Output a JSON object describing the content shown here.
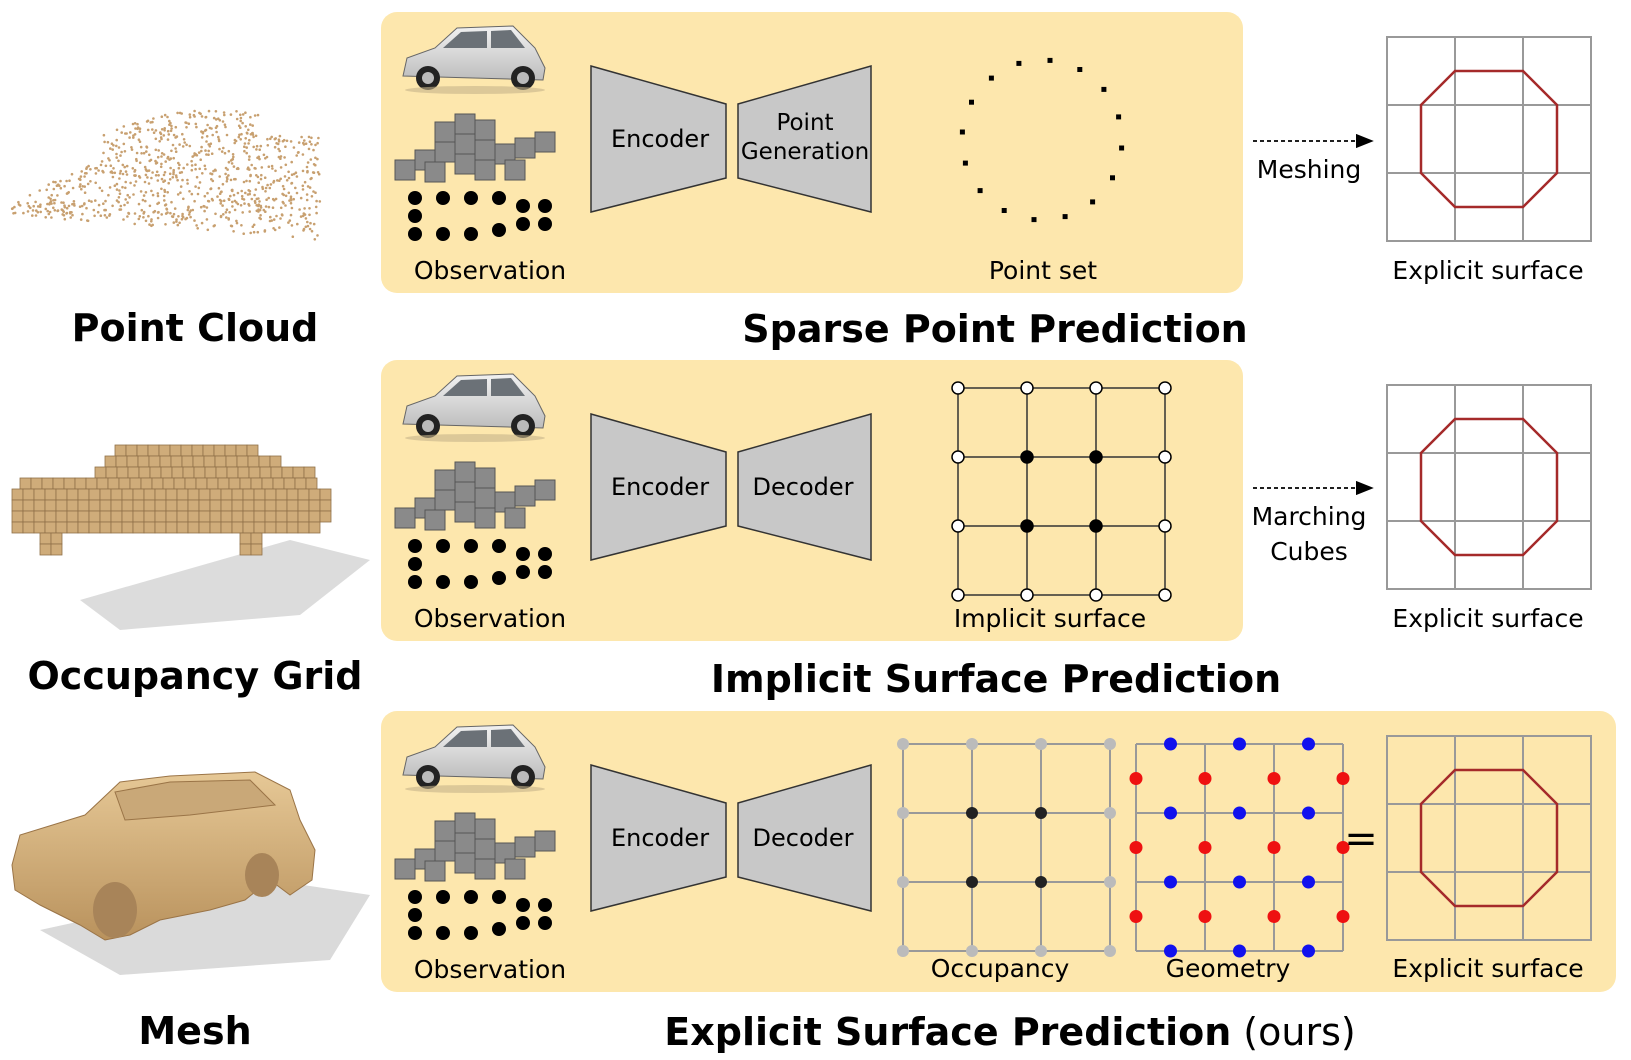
{
  "rows": [
    {
      "representation": "Point Cloud",
      "method": "Sparse Point Prediction",
      "method_suffix": "",
      "input_label": "Observation",
      "encoder_label": "Encoder",
      "decoder_label_lines": [
        "Point",
        "Generation"
      ],
      "output_label": "Point set",
      "step_label_lines": [
        "Meshing"
      ],
      "result_label": "Explicit surface"
    },
    {
      "representation": "Occupancy Grid",
      "method": "Implicit Surface Prediction",
      "method_suffix": "",
      "input_label": "Observation",
      "encoder_label": "Encoder",
      "decoder_label_lines": [
        "Decoder"
      ],
      "output_label": "Implicit surface",
      "step_label_lines": [
        "Marching",
        "Cubes"
      ],
      "result_label": "Explicit surface"
    },
    {
      "representation": "Mesh",
      "method": "Explicit Surface Prediction",
      "method_suffix": "(ours)",
      "input_label": "Observation",
      "encoder_label": "Encoder",
      "decoder_label_lines": [
        "Decoder"
      ],
      "output_label": "Occupancy",
      "output_label_2": "Geometry",
      "equals_sign": "=",
      "result_label": "Explicit surface"
    }
  ],
  "colors": {
    "panel_fill": "#fde7ad",
    "block_fill": "#c8c8c8",
    "surface_line": "#a52a2a",
    "grid_line": "#999999",
    "occupied_point": "#222222",
    "empty_point": "#bbbbbb",
    "geometry_red": "#ee1111",
    "geometry_blue": "#1111ee",
    "point_cloud": "#c8a070",
    "mesh_body": "#d2b07f"
  }
}
